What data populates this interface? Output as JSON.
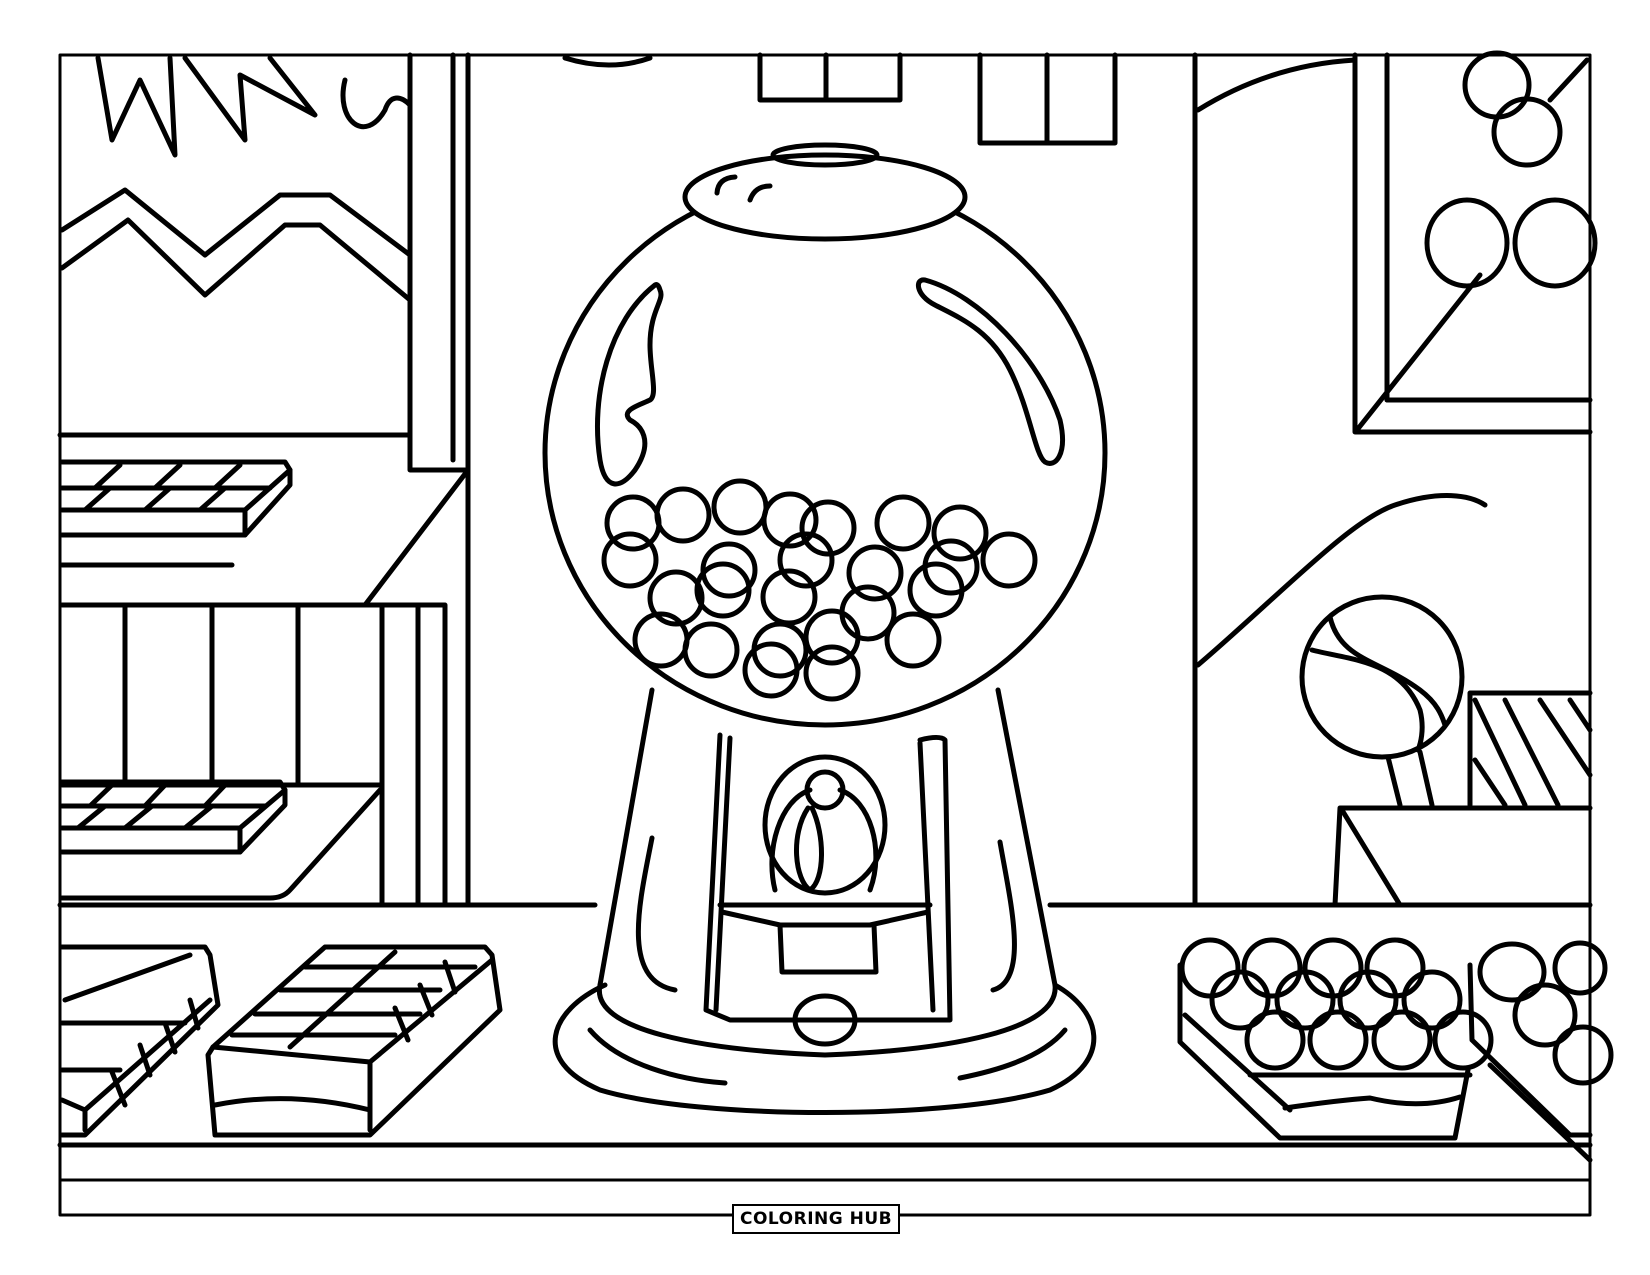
{
  "page": {
    "type": "coloring-page",
    "subject": "Candy shop with gumball machine",
    "stroke_color": "#000000",
    "background_color": "#ffffff"
  },
  "footer": {
    "logo_text": "COLORING HUB"
  },
  "scene": {
    "center": "gumball machine filled with gumballs",
    "left": [
      "window with mountains",
      "shelf with chocolate bars",
      "striped cabinet",
      "chocolate bars on counter"
    ],
    "right": [
      "window with lollipops",
      "lollipop in box",
      "striped candy box",
      "trays of round candies"
    ]
  }
}
